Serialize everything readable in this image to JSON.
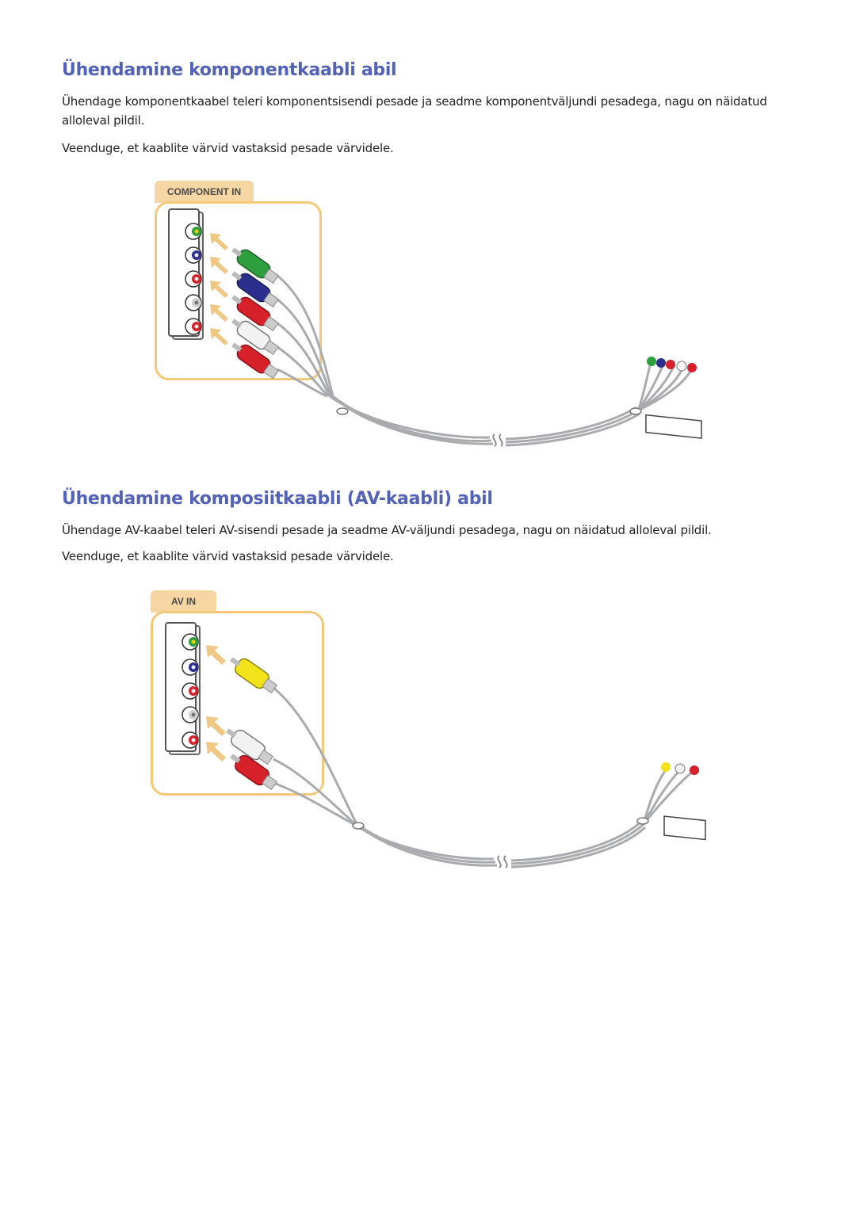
{
  "section_component": {
    "title": "Ühendamine komponentkaabli abil",
    "paragraph1": "Ühendage komponentkaabel teleri komponentsisendi pesade ja seadme komponentväljundi pesadega, nagu on näidatud alloleval pildil.",
    "paragraph2": "Veenduge, et kaablite värvid vastaksid pesade värvidele.",
    "tab_label": "COMPONENT IN",
    "plug_colors": [
      "green",
      "blue",
      "red",
      "white",
      "red"
    ]
  },
  "section_av": {
    "title": "Ühendamine komposiitkaabli (AV-kaabli) abil",
    "paragraph1": "Ühendage AV-kaabel teleri AV-sisendi pesade ja seadme AV-väljundi pesadega, nagu on näidatud alloleval pildil.",
    "paragraph2": "Veenduge, et kaablite värvid vastaksid pesade värvidele.",
    "tab_label": "AV IN",
    "plug_colors": [
      "yellow",
      "white",
      "red"
    ]
  },
  "colors": {
    "heading": "#5262b8",
    "frame": "#f3c977",
    "tab": "#f6d6a3",
    "arrow": "#f0c886",
    "green": "#2e9e3e",
    "blue": "#2d2f8f",
    "red": "#d6202a",
    "white": "#f2f2f2",
    "yellow": "#f2e21a",
    "cable": "#a9abae"
  }
}
